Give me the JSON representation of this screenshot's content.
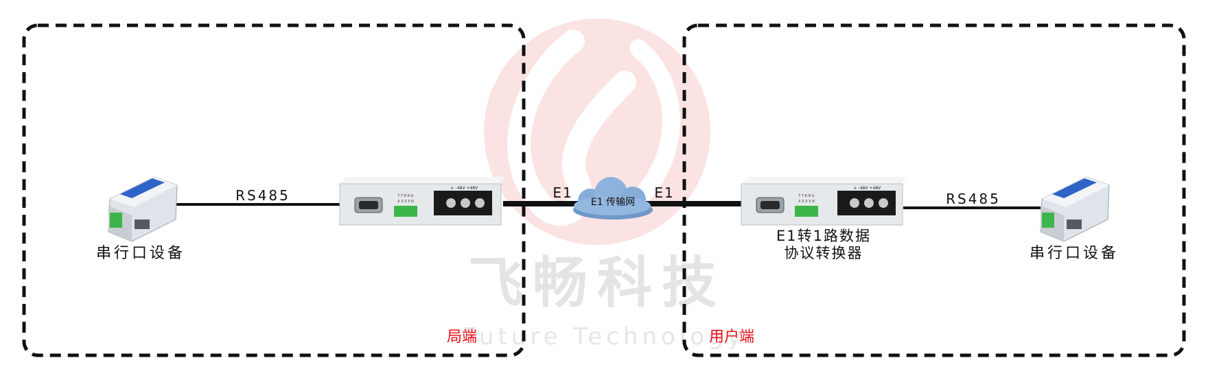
{
  "colors": {
    "line": "#111111",
    "zone_border": "#111111",
    "zone_label": "#e8101a",
    "watermark": "#f2c9c9",
    "watermark_text": "#e2e2e2",
    "device_body": "#e9ecef",
    "terminal_green": "#3db54a",
    "cloud": "#7fa8d6"
  },
  "watermark": {
    "logo": "Future Technology",
    "company_cn": "飞畅科技",
    "company_en": "Future Technology"
  },
  "zones": {
    "local": {
      "label": "局端"
    },
    "user": {
      "label": "用户端"
    }
  },
  "left_device": {
    "label": "串行口设备",
    "icon": "serial-converter-icon"
  },
  "right_device": {
    "label": "串行口设备",
    "icon": "serial-converter-icon"
  },
  "left_link": {
    "label": "RS485"
  },
  "right_link": {
    "label": "RS485"
  },
  "left_e1": {
    "label": "E1"
  },
  "right_e1": {
    "label": "E1"
  },
  "network": {
    "label": "E1 传输网",
    "icon": "cloud-icon"
  },
  "converter": {
    "label_line1": "E1转1路数据",
    "label_line2": "协议转换器",
    "panel_pins": "T T R R G",
    "panel_pins2": "X X X X N",
    "panel_power": "⏚ -48V +48V"
  }
}
